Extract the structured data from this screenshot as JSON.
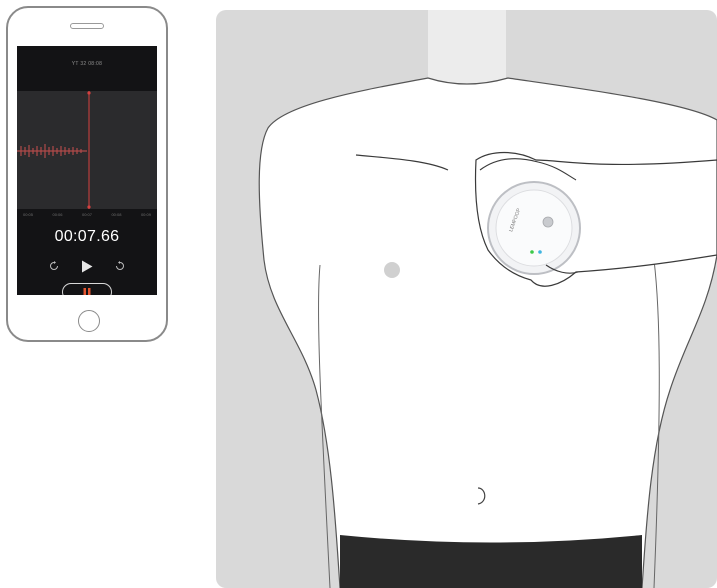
{
  "phone": {
    "status_text": "YT 32  08:08",
    "timeline_ticks": [
      "00:05",
      "00:06",
      "00:07",
      "00:08",
      "00:09"
    ],
    "timer": "00:07.66",
    "icons": {
      "rewind": "rewind-icon",
      "play": "play-icon",
      "forward": "forward-icon",
      "pause": "pause-icon",
      "home": "home-button"
    },
    "colors": {
      "screen_bg": "#131315",
      "waveform": "#b04a4a",
      "playhead": "#d44040",
      "pause_accent": "#e4552f"
    }
  },
  "device": {
    "brand": "LEMFOOP"
  },
  "colors": {
    "backdrop": "#d9d9d9",
    "skin_outline": "#3a3a3a",
    "led_green": "#3cc94a",
    "led_cyan": "#3fb4e0"
  }
}
